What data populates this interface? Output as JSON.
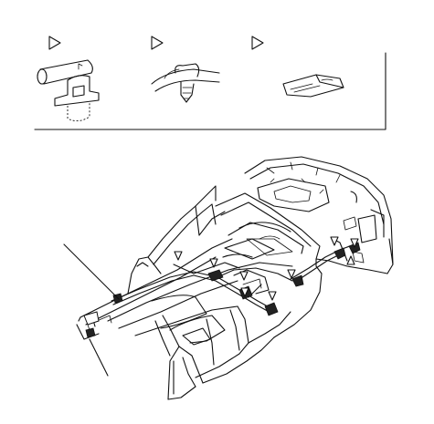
{
  "diagram": {
    "legend_items": [
      {
        "marker": "triangle-marker",
        "part": "harness-clip-icon"
      },
      {
        "marker": "triangle-marker",
        "part": "band-clip-icon"
      },
      {
        "marker": "triangle-marker",
        "part": "tape-pad-icon"
      }
    ],
    "main_view": "vehicle-body-floor-harness-routing",
    "callouts": [
      "leader-line-upper",
      "leader-line-lower"
    ]
  }
}
